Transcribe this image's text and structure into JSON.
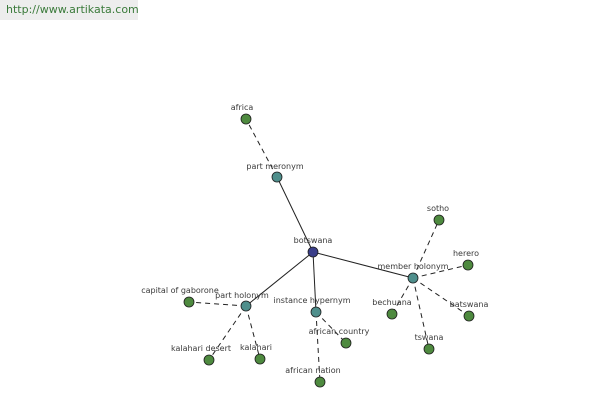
{
  "banner": {
    "url": "http://www.artikata.com"
  },
  "colors": {
    "center": "#3b3f8a",
    "relation": "#4f8f8c",
    "leaf": "#4e8a3f"
  },
  "graph": {
    "nodes": [
      {
        "id": "botswana",
        "label": "botswana",
        "kind": "center"
      },
      {
        "id": "part-meronym",
        "label": "part meronym",
        "kind": "relation"
      },
      {
        "id": "africa",
        "label": "africa",
        "kind": "leaf"
      },
      {
        "id": "part-holonym",
        "label": "part holonym",
        "kind": "relation"
      },
      {
        "id": "capital-of-gaborone",
        "label": "capital of gaborone",
        "kind": "leaf"
      },
      {
        "id": "kalahari-desert",
        "label": "kalahari desert",
        "kind": "leaf"
      },
      {
        "id": "kalahari",
        "label": "kalahari",
        "kind": "leaf"
      },
      {
        "id": "instance-hypernym",
        "label": "instance hypernym",
        "kind": "relation"
      },
      {
        "id": "african-country",
        "label": "african country",
        "kind": "leaf"
      },
      {
        "id": "african-nation",
        "label": "african nation",
        "kind": "leaf"
      },
      {
        "id": "member-holonym",
        "label": "member holonym",
        "kind": "relation"
      },
      {
        "id": "sotho",
        "label": "sotho",
        "kind": "leaf"
      },
      {
        "id": "herero",
        "label": "herero",
        "kind": "leaf"
      },
      {
        "id": "bechuana",
        "label": "bechuana",
        "kind": "leaf"
      },
      {
        "id": "batswana",
        "label": "batswana",
        "kind": "leaf"
      },
      {
        "id": "tswana",
        "label": "tswana",
        "kind": "leaf"
      }
    ],
    "edges": [
      {
        "from": "botswana",
        "to": "part-meronym",
        "style": "solid"
      },
      {
        "from": "botswana",
        "to": "part-holonym",
        "style": "solid"
      },
      {
        "from": "botswana",
        "to": "instance-hypernym",
        "style": "solid"
      },
      {
        "from": "botswana",
        "to": "member-holonym",
        "style": "solid"
      },
      {
        "from": "part-meronym",
        "to": "africa",
        "style": "dashed"
      },
      {
        "from": "part-holonym",
        "to": "capital-of-gaborone",
        "style": "dashed"
      },
      {
        "from": "part-holonym",
        "to": "kalahari-desert",
        "style": "dashed"
      },
      {
        "from": "part-holonym",
        "to": "kalahari",
        "style": "dashed"
      },
      {
        "from": "instance-hypernym",
        "to": "african-country",
        "style": "dashed"
      },
      {
        "from": "instance-hypernym",
        "to": "african-nation",
        "style": "dashed"
      },
      {
        "from": "member-holonym",
        "to": "sotho",
        "style": "dashed"
      },
      {
        "from": "member-holonym",
        "to": "herero",
        "style": "dashed"
      },
      {
        "from": "member-holonym",
        "to": "bechuana",
        "style": "dashed"
      },
      {
        "from": "member-holonym",
        "to": "batswana",
        "style": "dashed"
      },
      {
        "from": "member-holonym",
        "to": "tswana",
        "style": "dashed"
      }
    ]
  }
}
